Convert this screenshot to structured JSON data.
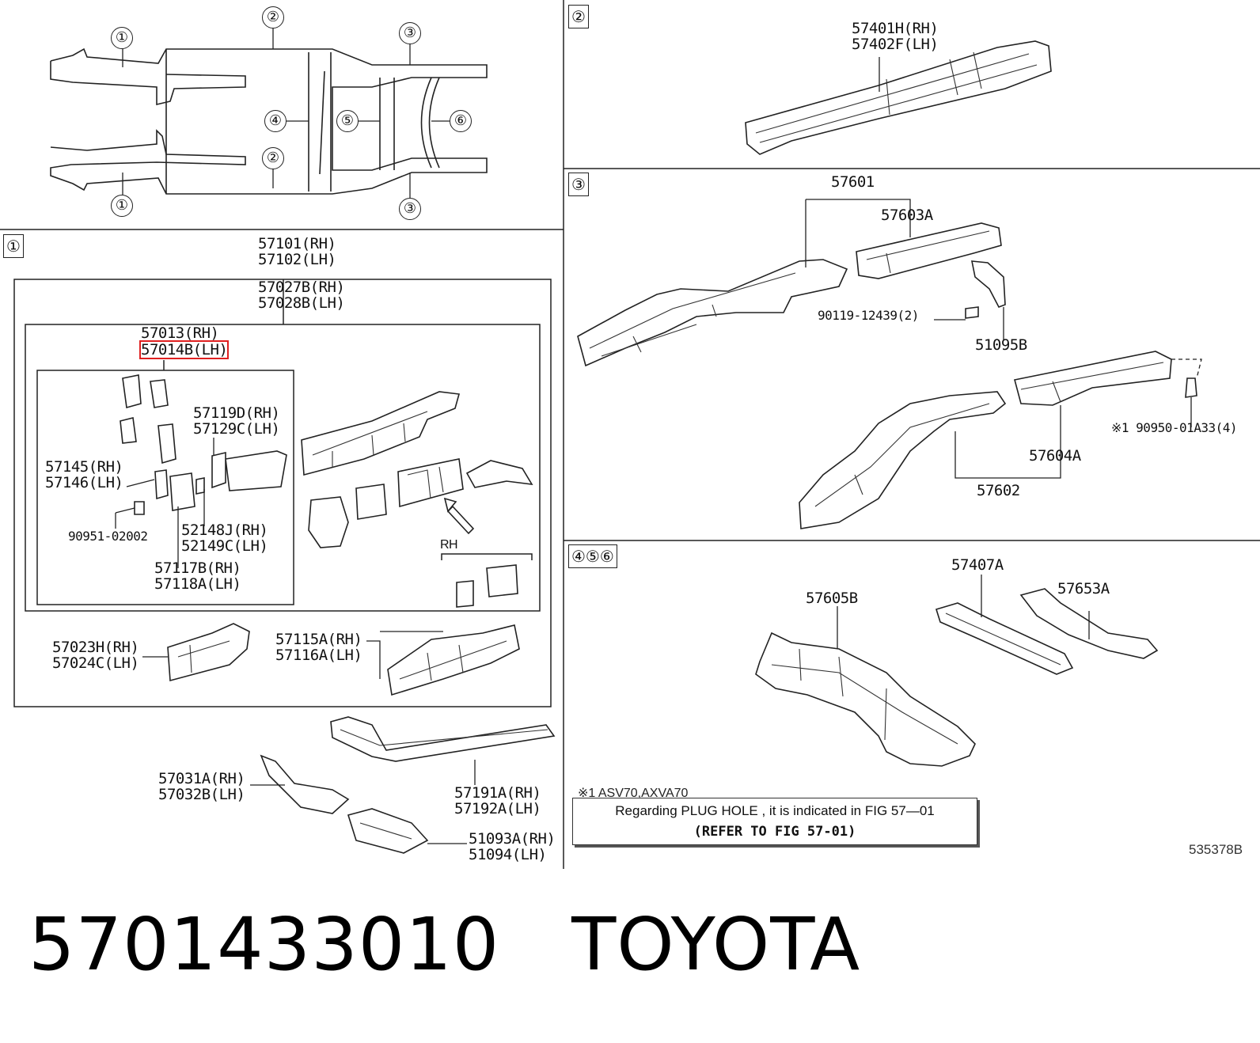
{
  "footer": {
    "part_number": "5701433010",
    "brand": "TOYOTA"
  },
  "catalog_code": "535378B",
  "sections": {
    "s1": "①",
    "s2": "②",
    "s3": "③",
    "s456": "④⑤⑥"
  },
  "overview_callouts": [
    "①",
    "②",
    "③",
    "④",
    "⑤",
    "⑥",
    "②",
    "①",
    "③"
  ],
  "labels": {
    "p57401": [
      "57401H(RH)",
      "57402F(LH)"
    ],
    "p57601": "57601",
    "p57603": "57603A",
    "p90119": "90119-12439(2)",
    "p51095": "51095B",
    "p90950": "※1 90950-01A33(4)",
    "p57604": "57604A",
    "p57602": "57602",
    "p57407": "57407A",
    "p57653": "57653A",
    "p57605": "57605B",
    "p57101": [
      "57101(RH)",
      "57102(LH)"
    ],
    "p57027": [
      "57027B(RH)",
      "57028B(LH)"
    ],
    "p57013": "57013(RH)",
    "p57014": "57014B(LH)",
    "p57119": [
      "57119D(RH)",
      "57129C(LH)"
    ],
    "p57145": [
      "57145(RH)",
      "57146(LH)"
    ],
    "p90951": "90951-02002",
    "p52148": [
      "52148J(RH)",
      "52149C(LH)"
    ],
    "p57117": [
      "57117B(RH)",
      "57118A(LH)"
    ],
    "rh": "RH",
    "p57023": [
      "57023H(RH)",
      "57024C(LH)"
    ],
    "p57115": [
      "57115A(RH)",
      "57116A(LH)"
    ],
    "p57031": [
      "57031A(RH)",
      "57032B(LH)"
    ],
    "p57191": [
      "57191A(RH)",
      "57192A(LH)"
    ],
    "p51093": [
      "51093A(RH)",
      "51094(LH)"
    ]
  },
  "notes": {
    "applicability": "※1 ASV70,AXVA70",
    "plug_hole": "Regarding  PLUG  HOLE , it is indicated in FIG  57—01",
    "refer": "(REFER  TO  FIG  57-01)"
  },
  "highlight_color": "#e02020"
}
